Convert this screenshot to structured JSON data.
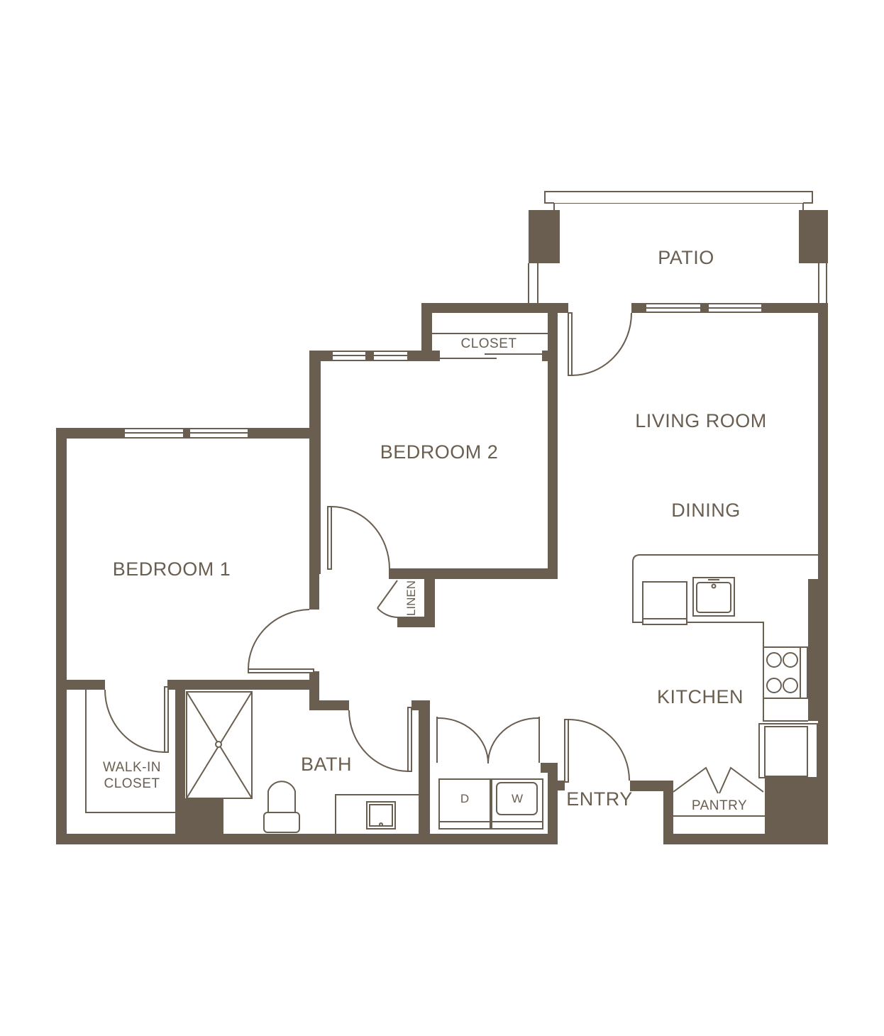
{
  "colors": {
    "wall": "#6a5e50",
    "background": "#ffffff"
  },
  "rooms": {
    "patio": "PATIO",
    "closet": "CLOSET",
    "living_room": "LIVING ROOM",
    "dining": "DINING",
    "bedroom2": "BEDROOM 2",
    "bedroom1": "BEDROOM 1",
    "linen": "LINEN",
    "kitchen": "KITCHEN",
    "walkin_line1": "WALK-IN",
    "walkin_line2": "CLOSET",
    "bath": "BATH",
    "entry": "ENTRY",
    "pantry": "PANTRY"
  },
  "appliances": {
    "dryer": "D",
    "washer": "W"
  }
}
